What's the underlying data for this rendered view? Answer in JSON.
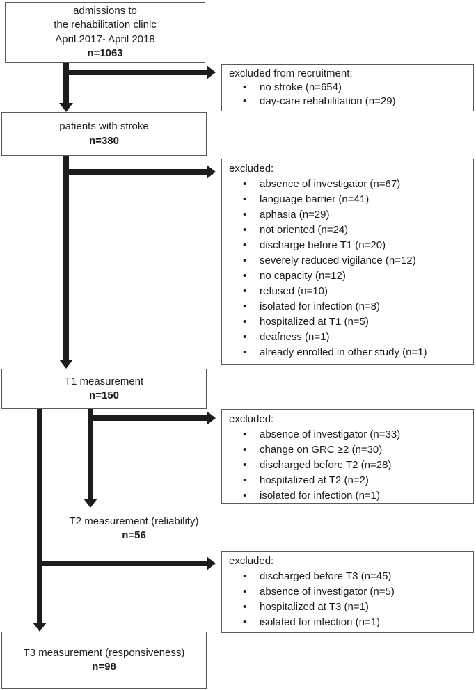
{
  "diagram": {
    "main_boxes": [
      {
        "id": "admissions",
        "lines": [
          "admissions to",
          "the rehabilitation clinic",
          "April 2017- April 2018"
        ],
        "n_label": "n=1063"
      },
      {
        "id": "stroke",
        "lines": [
          "patients with stroke"
        ],
        "n_label": "n=380"
      },
      {
        "id": "t1",
        "lines": [
          "T1 measurement"
        ],
        "n_label": "n=150"
      },
      {
        "id": "t2",
        "lines": [
          "T2 measurement (reliability)"
        ],
        "n_label": "n=56"
      },
      {
        "id": "t3",
        "lines": [
          "T3 measurement (responsiveness)"
        ],
        "n_label": "n=98"
      }
    ],
    "exclusion_boxes": [
      {
        "id": "excluded-from-recruitment",
        "title": "excluded from recruitment:",
        "items": [
          "no stroke (n=654)",
          "day-care rehabilitation (n=29)"
        ]
      },
      {
        "id": "excluded-before-t1",
        "title": "excluded:",
        "items": [
          "absence of investigator (n=67)",
          "language barrier (n=41)",
          "aphasia (n=29)",
          "not oriented (n=24)",
          "discharge before T1 (n=20)",
          "severely reduced vigilance (n=12)",
          "no capacity (n=12)",
          "refused (n=10)",
          "isolated for infection (n=8)",
          "hospitalized at T1 (n=5)",
          "deafness (n=1)",
          "already enrolled in other study (n=1)"
        ]
      },
      {
        "id": "excluded-before-t2",
        "title": "excluded:",
        "items": [
          "absence of investigator (n=33)",
          "change on GRC ≥2 (n=30)",
          "discharged before T2 (n=28)",
          "hospitalized at T2 (n=2)",
          "isolated for infection (n=1)"
        ]
      },
      {
        "id": "excluded-before-t3",
        "title": "excluded:",
        "items": [
          "discharged before T3 (n=45)",
          "absence of investigator (n=5)",
          "hospitalized at T3 (n=1)",
          "isolated for infection (n=1)"
        ]
      }
    ],
    "colors": {
      "arrow": "#1c1c1c",
      "box_border": "#5a5a5a",
      "background": "#ffffff",
      "text": "#1c1c1c"
    }
  },
  "icons": {
    "bullet": "•"
  }
}
